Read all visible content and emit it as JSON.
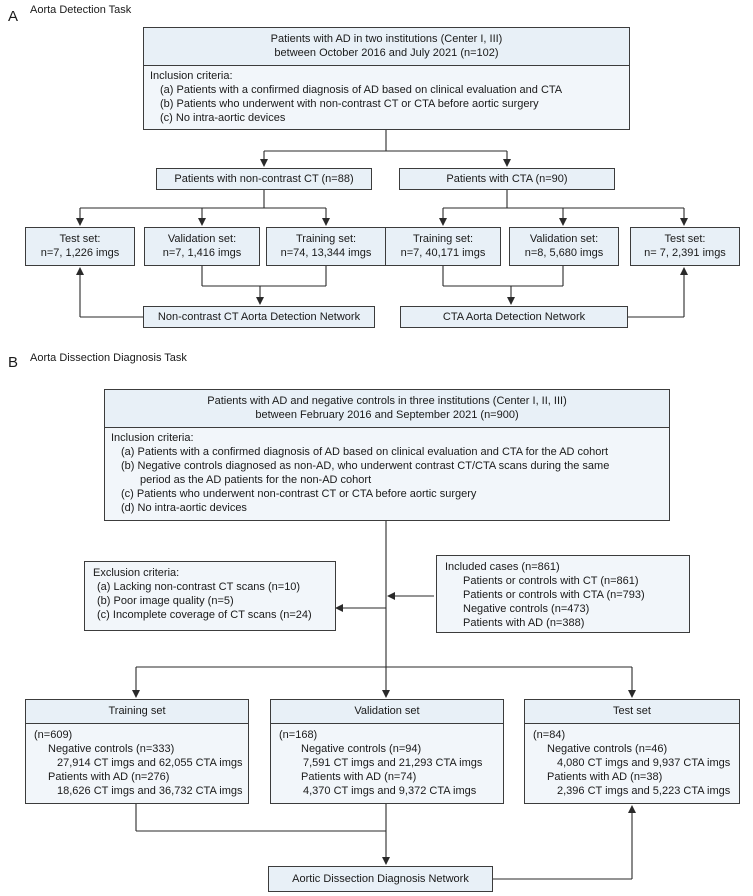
{
  "sectionA": {
    "letter": "A",
    "title": "Aorta Detection Task",
    "header_line1": "Patients with AD in two institutions (Center I, III)",
    "header_line2": "between October 2016 and July 2021 (n=102)",
    "inclusion_title": "Inclusion criteria:",
    "inclusion": [
      "(a) Patients with a confirmed diagnosis of AD based on clinical evaluation and CTA",
      "(b) Patients who underwent with non-contrast CT or CTA before aortic surgery",
      "(c) No intra-aortic devices"
    ],
    "left_group": "Patients with non-contrast CT (n=88)",
    "right_group": "Patients  with CTA (n=90)",
    "left_sets": [
      {
        "label": "Test set:",
        "value": "n=7, 1,226 imgs"
      },
      {
        "label": "Validation set:",
        "value": "n=7, 1,416 imgs"
      },
      {
        "label": "Training set:",
        "value": "n=74, 13,344 imgs"
      }
    ],
    "right_sets": [
      {
        "label": "Training set:",
        "value": "n=7, 40,171 imgs"
      },
      {
        "label": "Validation set:",
        "value": "n=8, 5,680 imgs"
      },
      {
        "label": "Test set:",
        "value": "n= 7, 2,391 imgs"
      }
    ],
    "left_network": "Non-contrast CT Aorta Detection Network",
    "right_network": "CTA  Aorta Detection Network"
  },
  "sectionB": {
    "letter": "B",
    "title": "Aorta Dissection Diagnosis Task",
    "header_line1": "Patients with AD and negative controls in three institutions (Center I, II, III)",
    "header_line2": "between February 2016 and September 2021 (n=900)",
    "inclusion_title": "Inclusion criteria:",
    "inclusion": [
      "(a) Patients with a confirmed diagnosis of AD based on clinical evaluation and CTA for the AD cohort",
      "(b) Negative controls diagnosed as non-AD, who underwent contrast CT/CTA scans during the same",
      "      period as the AD patients for the non-AD cohort",
      "(c) Patients who underwent non-contrast CT or CTA before aortic surgery",
      "(d) No intra-aortic devices"
    ],
    "exclusion_title": "Exclusion criteria:",
    "exclusion": [
      "(a) Lacking non-contrast CT scans (n=10)",
      "(b) Poor image quality (n=5)",
      "(c) Incomplete coverage of CT scans (n=24)"
    ],
    "included_title": "Included cases (n=861)",
    "included": [
      "Patients or controls with CT (n=861)",
      "Patients or controls with CTA (n=793)",
      "Negative controls (n=473)",
      "Patients with AD (n=388)"
    ],
    "sets": [
      {
        "title": "Training set",
        "n": "(n=609)",
        "neg_label": "Negative controls (n=333)",
        "neg_detail": "27,914 CT imgs and 62,055 CTA imgs",
        "ad_label": "Patients with AD (n=276)",
        "ad_detail": "18,626 CT imgs and 36,732 CTA imgs"
      },
      {
        "title": "Validation set",
        "n": "(n=168)",
        "neg_label": "Negative controls (n=94)",
        "neg_detail": "7,591 CT imgs and 21,293 CTA imgs",
        "ad_label": "Patients with AD (n=74)",
        "ad_detail": "4,370 CT imgs and 9,372 CTA imgs"
      },
      {
        "title": "Test set",
        "n": "(n=84)",
        "neg_label": "Negative controls (n=46)",
        "neg_detail": "4,080 CT imgs and 9,937 CTA imgs",
        "ad_label": "Patients with AD (n=38)",
        "ad_detail": "2,396 CT imgs and 5,223 CTA imgs"
      }
    ],
    "network": "Aortic Dissection Diagnosis Network"
  }
}
